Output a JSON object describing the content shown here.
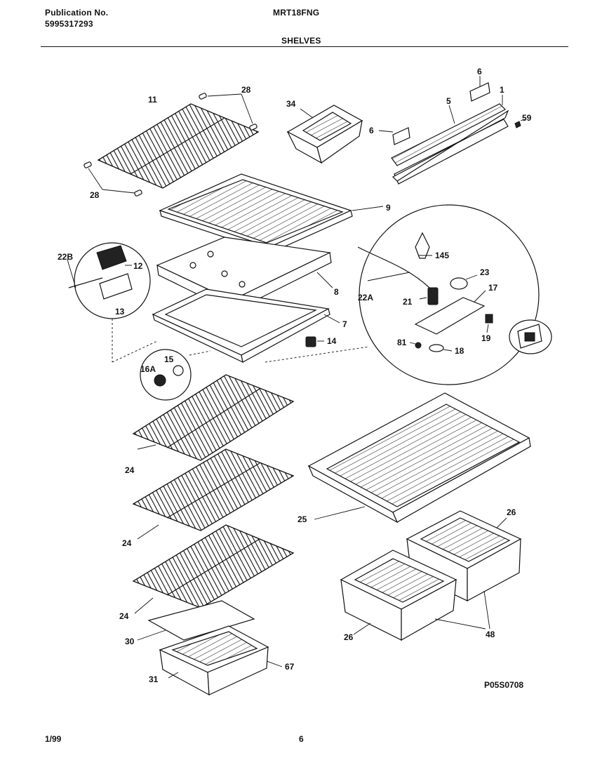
{
  "header": {
    "publication_label": "Publication No.",
    "publication_number": "5995317293",
    "model": "MRT18FNG",
    "section": "SHELVES"
  },
  "footer": {
    "date": "1/99",
    "page": "6"
  },
  "diagram": {
    "drawing_id": "P05S0708",
    "callouts": {
      "c11": "11",
      "c28a": "28",
      "c28b": "28",
      "c34": "34",
      "c6a": "6",
      "c6b": "6",
      "c5": "5",
      "c1": "1",
      "c59": "59",
      "c9": "9",
      "c22B": "22B",
      "c12": "12",
      "c13": "13",
      "c145": "145",
      "c23": "23",
      "c17": "17",
      "c22A": "22A",
      "c21": "21",
      "c8": "8",
      "c7": "7",
      "c14": "14",
      "c81": "81",
      "c18": "18",
      "c19": "19",
      "c15": "15",
      "c16A": "16A",
      "c24a": "24",
      "c24b": "24",
      "c24c": "24",
      "c25": "25",
      "c26a": "26",
      "c26b": "26",
      "c48": "48",
      "c30": "30",
      "c31": "31",
      "c67": "67"
    }
  }
}
